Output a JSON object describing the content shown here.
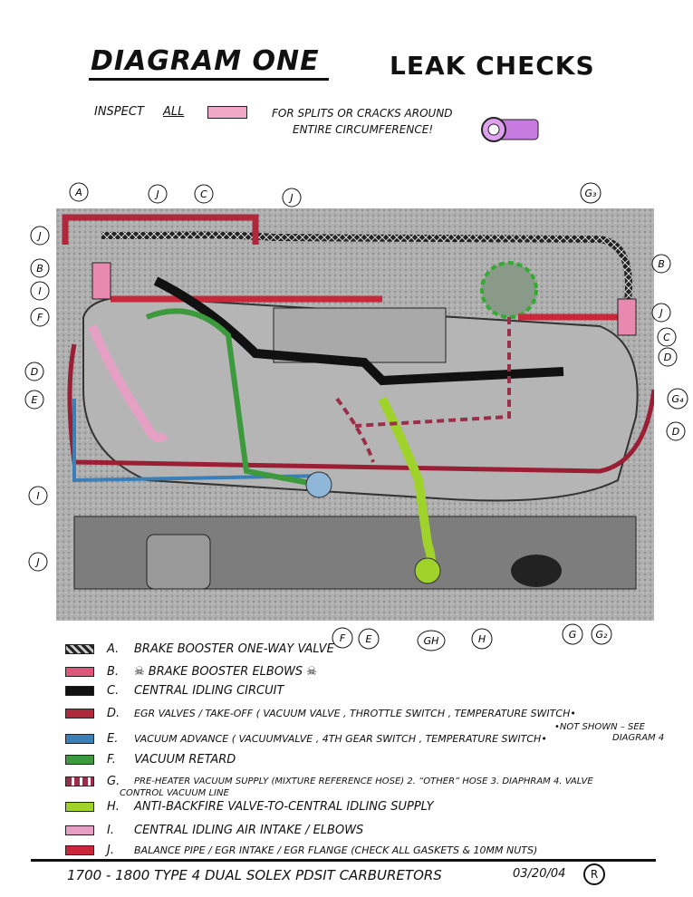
{
  "header": {
    "title": "DIAGRAM ONE",
    "subtitle": "LEAK CHECKS"
  },
  "instruction": {
    "prefix": "INSPECT",
    "emphasis": "ALL",
    "line1": "FOR SPLITS OR CRACKS AROUND",
    "line2": "ENTIRE CIRCUMFERENCE!"
  },
  "callouts": [
    "A",
    "J",
    "C",
    "J",
    "G₃",
    "J",
    "B",
    "I",
    "F",
    "D",
    "E",
    "B",
    "J",
    "C",
    "D",
    "G₄",
    "D",
    "I",
    "J",
    "F",
    "E",
    "GH",
    "H",
    "G",
    "G₂"
  ],
  "legend": [
    {
      "letter": "A.",
      "text": "BRAKE BOOSTER ONE-WAY VALVE",
      "color": "#444444"
    },
    {
      "letter": "B.",
      "text": "☠ BRAKE BOOSTER ELBOWS ☠",
      "color": "#e0567a"
    },
    {
      "letter": "C.",
      "text": "CENTRAL IDLING CIRCUIT",
      "color": "#111111"
    },
    {
      "letter": "D.",
      "text": "EGR VALVES / TAKE-OFF ( VACUUM VALVE , THROTTLE SWITCH , TEMPERATURE SWITCH•",
      "color": "#b0283c"
    },
    {
      "letter": "E.",
      "text": "VACUUM ADVANCE ( VACUUMVALVE , 4TH GEAR SWITCH , TEMPERATURE SWITCH•",
      "color": "#3a7fb8"
    },
    {
      "letter": "F.",
      "text": "VACUUM RETARD",
      "color": "#3c9a3c"
    },
    {
      "letter": "G.",
      "text": "PRE-HEATER VACUUM SUPPLY (MIXTURE REFERENCE HOSE) 2. “OTHER” HOSE 3. DIAPHRAM 4. VALVE",
      "color": "#9a2f4a"
    },
    {
      "letter": "H.",
      "text": "ANTI-BACKFIRE VALVE-TO-CENTRAL IDLING SUPPLY",
      "color": "#9fd22a"
    },
    {
      "letter": "I.",
      "text": "CENTRAL IDLING AIR INTAKE / ELBOWS",
      "color": "#e6a0c4"
    },
    {
      "letter": "J.",
      "text": "BALANCE PIPE / EGR INTAKE / EGR FLANGE (CHECK ALL GASKETS & 10MM NUTS)",
      "color": "#c8283a"
    }
  ],
  "legend_notes": {
    "not_shown": "•NOT SHOWN – SEE",
    "diagram_ref": "DIAGRAM 4",
    "control_line": "CONTROL VACUUM LINE"
  },
  "footer": {
    "text": "1700 - 1800 TYPE 4 DUAL SOLEX PDSIT CARBURETORS",
    "date": "03/20/04",
    "mark": "R"
  }
}
